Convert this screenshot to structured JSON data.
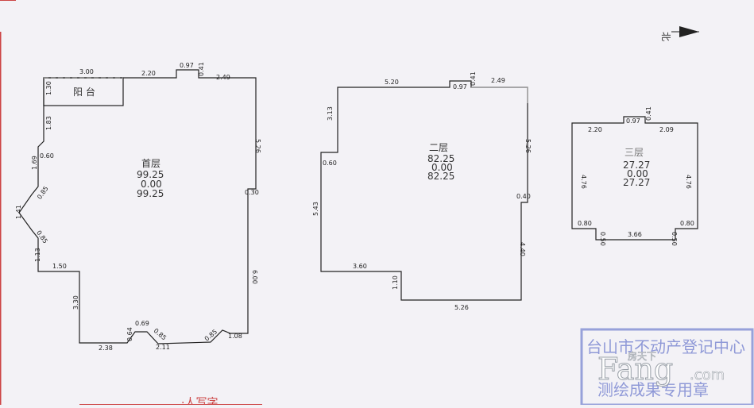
{
  "compass": {
    "label": "北"
  },
  "balcony": {
    "label": "阳 台",
    "top_dim": "3.00"
  },
  "floors": [
    {
      "name": "首层",
      "area": "99.25",
      "shared": "0.00",
      "total": "99.25"
    },
    {
      "name": "二层",
      "area": "82.25",
      "shared": "0.00",
      "total": "82.25"
    },
    {
      "name": "三层",
      "area": "27.27",
      "shared": "0.00",
      "total": "27.27"
    }
  ],
  "dims": {
    "f1": [
      "2.20",
      "0.97",
      "0.41",
      "2.49",
      "1.30",
      "1.83",
      "0.60",
      "1.69",
      "0.85",
      "1.41",
      "0.85",
      "1.13",
      "1.50",
      "3.30",
      "5.26",
      "0.30",
      "6.00",
      "2.38",
      "0.64",
      "0.69",
      "0.85",
      "2.11",
      "0.85",
      "1.08"
    ],
    "f2": [
      "5.20",
      "0.97",
      "0.41",
      "2.49",
      "3.13",
      "0.60",
      "5.43",
      "5.26",
      "0.40",
      "4.40",
      "3.60",
      "1.10",
      "5.26"
    ],
    "f3": [
      "2.20",
      "0.97",
      "0.41",
      "2.09",
      "4.76",
      "4.76",
      "0.80",
      "0.80",
      "0.50",
      "3.66",
      "0.50"
    ]
  },
  "stamp": {
    "line1": "台山市不动产登记中心",
    "line2": "测绘成果专用章"
  },
  "watermark": {
    "logo": "Fang",
    "sub": "房天下",
    "suffix": ".com"
  },
  "bottom_text": "·人写字"
}
